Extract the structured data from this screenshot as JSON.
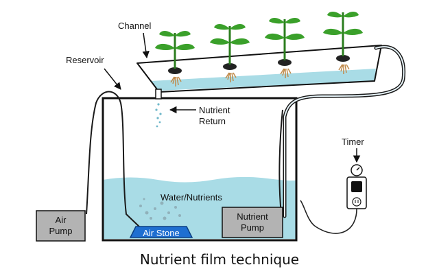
{
  "labels": {
    "channel": "Channel",
    "reservoir": "Reservoir",
    "nutrient_return_line1": "Nutrient",
    "nutrient_return_line2": "Return",
    "timer": "Timer",
    "water_nutrients": "Water/Nutrients",
    "air_pump_line1": "Air",
    "air_pump_line2": "Pump",
    "nutrient_pump_line1": "Nutrient",
    "nutrient_pump_line2": "Pump",
    "air_stone": "Air Stone"
  },
  "caption": "Nutrient film technique",
  "colors": {
    "water": "#a9dce6",
    "leaf": "#3aa02a",
    "leaf_dark": "#2b7d1e",
    "root": "#c08a4a",
    "pump_box": "#b3b3b3",
    "air_stone": "#1f6fd1",
    "outline": "#111111"
  }
}
